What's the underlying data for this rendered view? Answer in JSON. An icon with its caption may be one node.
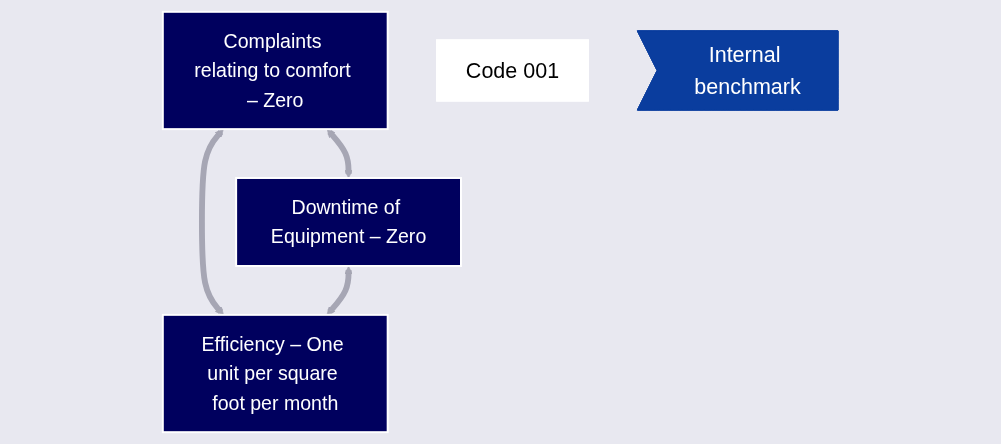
{
  "diagram": {
    "nodes": [
      {
        "text": [
          "Complaints relating to comfort – Zero"
        ]
      },
      {
        "text": [
          "Downtime of Equipment – Zero"
        ]
      },
      {
        "text": [
          "Efficiency – One unit per square foot per month"
        ]
      },
      {
        "text": [
          "Code 001"
        ]
      },
      {
        "text": [
          "Internal benchmark"
        ]
      }
    ],
    "edges": [
      {
        "from": 0,
        "to": 1,
        "arrow": "both"
      },
      {
        "from": 0,
        "to": 2,
        "arrow": "both"
      },
      {
        "from": 1,
        "to": 2,
        "arrow": "both"
      }
    ]
  }
}
